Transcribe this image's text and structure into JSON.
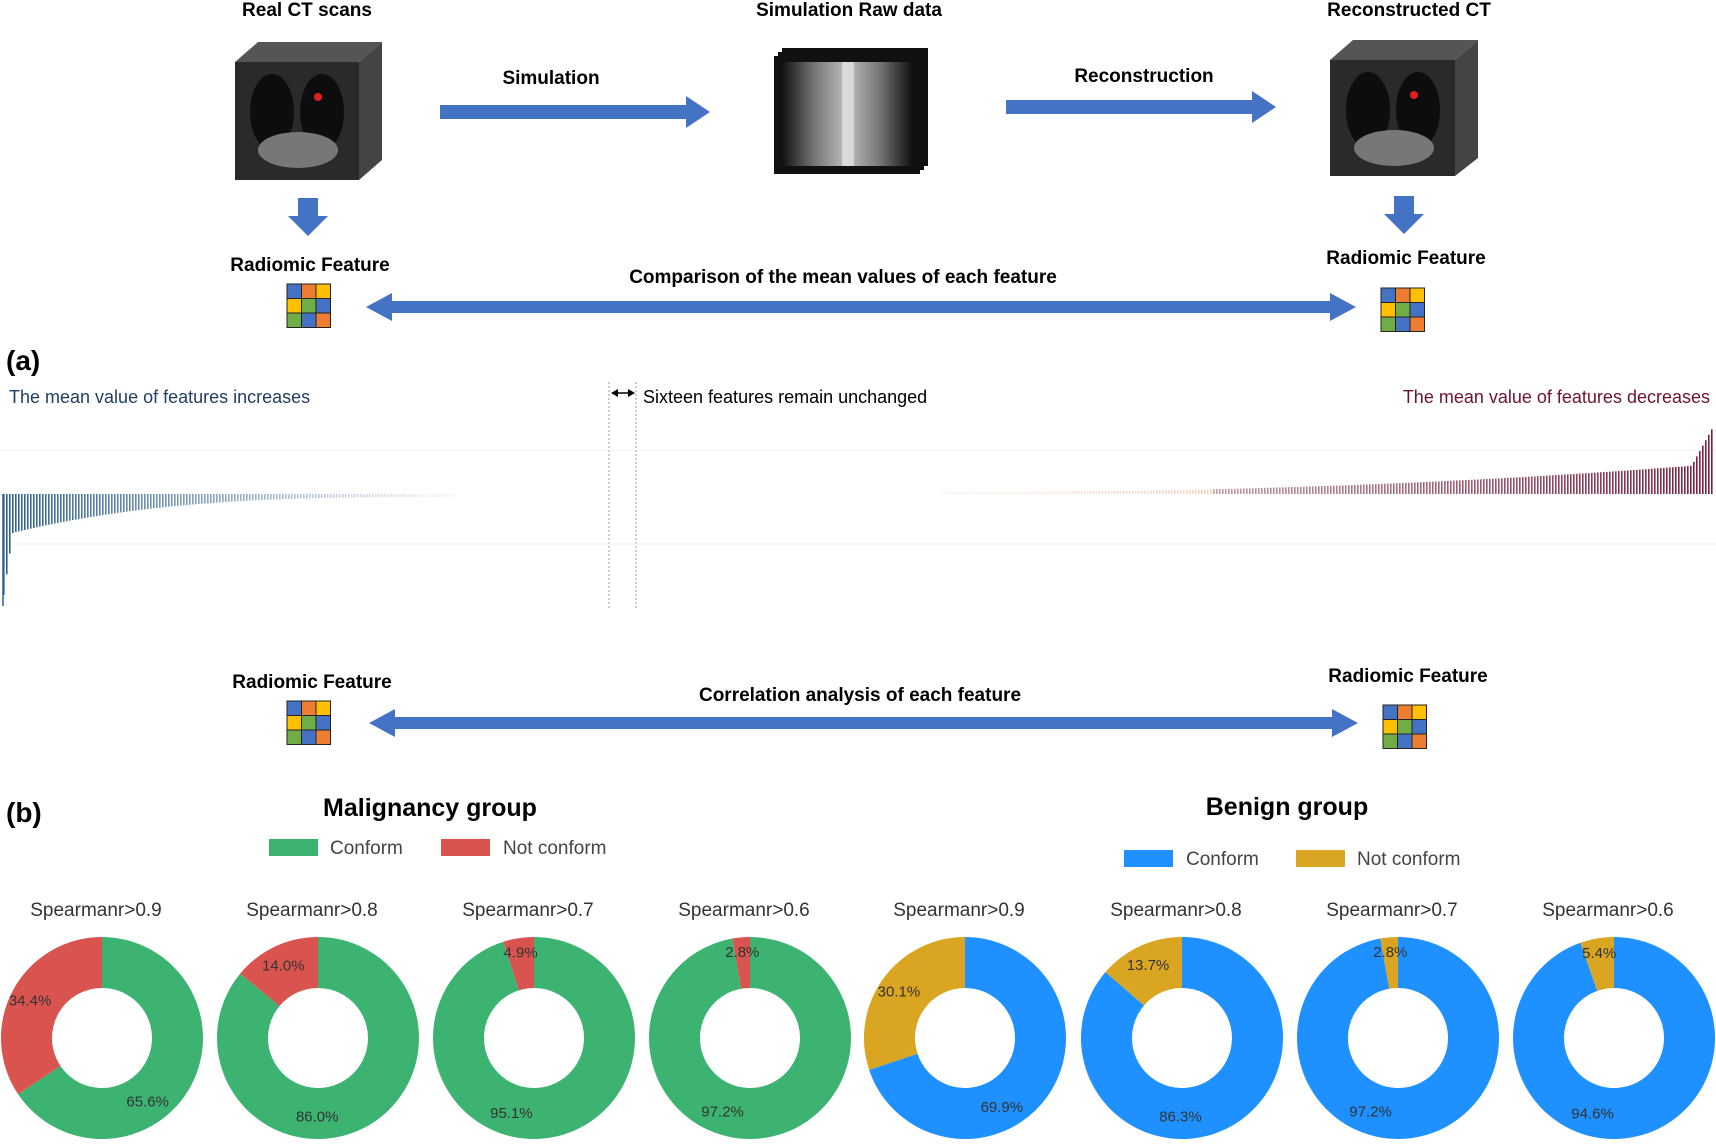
{
  "pipeline": {
    "real_ct_label": "Real CT scans",
    "sim_raw_label": "Simulation Raw data",
    "recon_ct_label": "Reconstructed CT",
    "arrow_simulation": "Simulation",
    "arrow_reconstruction": "Reconstruction",
    "radiomic_left": "Radiomic Feature",
    "radiomic_right": "Radiomic Feature",
    "comparison_label": "Comparison of the mean values of each feature"
  },
  "panel_a": {
    "label": "(a)",
    "increase_label": "The mean value of features increases",
    "unchanged_label": "Sixteen features remain unchanged",
    "decrease_label": "The mean value of features decreases",
    "colors": {
      "increase": "#2f5f8f",
      "decrease": "#7a1f3d"
    }
  },
  "correlation": {
    "radiomic_left": "Radiomic Feature",
    "radiomic_right": "Radiomic Feature",
    "label": "Correlation analysis of each feature"
  },
  "panel_b": {
    "label": "(b)",
    "malignancy_title": "Malignancy group",
    "benign_title": "Benign group",
    "legend": {
      "conform": "Conform",
      "not_conform": "Not conform"
    },
    "colors": {
      "mal_conform": "#3cb371",
      "mal_not": "#d9534f",
      "ben_conform": "#1e90ff",
      "ben_not": "#daa520"
    }
  },
  "chart_data": [
    {
      "type": "pie",
      "group": "Malignancy group",
      "title": "Spearmanr>0.9",
      "labels": [
        "Conform",
        "Not conform"
      ],
      "values": [
        65.6,
        34.4
      ],
      "value_labels": [
        "65.6%",
        "34.4%"
      ]
    },
    {
      "type": "pie",
      "group": "Malignancy group",
      "title": "Spearmanr>0.8",
      "labels": [
        "Conform",
        "Not conform"
      ],
      "values": [
        86.0,
        14.0
      ],
      "value_labels": [
        "86.0%",
        "14.0%"
      ]
    },
    {
      "type": "pie",
      "group": "Malignancy group",
      "title": "Spearmanr>0.7",
      "labels": [
        "Conform",
        "Not conform"
      ],
      "values": [
        95.1,
        4.9
      ],
      "value_labels": [
        "95.1%",
        "4.9%"
      ]
    },
    {
      "type": "pie",
      "group": "Malignancy group",
      "title": "Spearmanr>0.6",
      "labels": [
        "Conform",
        "Not conform"
      ],
      "values": [
        97.2,
        2.8
      ],
      "value_labels": [
        "97.2%",
        "2.8%"
      ]
    },
    {
      "type": "pie",
      "group": "Benign group",
      "title": "Spearmanr>0.9",
      "labels": [
        "Conform",
        "Not conform"
      ],
      "values": [
        69.9,
        30.1
      ],
      "value_labels": [
        "69.9%",
        "30.1%"
      ]
    },
    {
      "type": "pie",
      "group": "Benign group",
      "title": "Spearmanr>0.8",
      "labels": [
        "Conform",
        "Not conform"
      ],
      "values": [
        86.3,
        13.7
      ],
      "value_labels": [
        "86.3%",
        "13.7%"
      ]
    },
    {
      "type": "pie",
      "group": "Benign group",
      "title": "Spearmanr>0.7",
      "labels": [
        "Conform",
        "Not conform"
      ],
      "values": [
        97.2,
        2.8
      ],
      "value_labels": [
        "97.2%",
        "2.8%"
      ]
    },
    {
      "type": "pie",
      "group": "Benign group",
      "title": "Spearmanr>0.6",
      "labels": [
        "Conform",
        "Not conform"
      ],
      "values": [
        94.6,
        5.4
      ],
      "value_labels": [
        "94.6%",
        "5.4%"
      ]
    }
  ]
}
